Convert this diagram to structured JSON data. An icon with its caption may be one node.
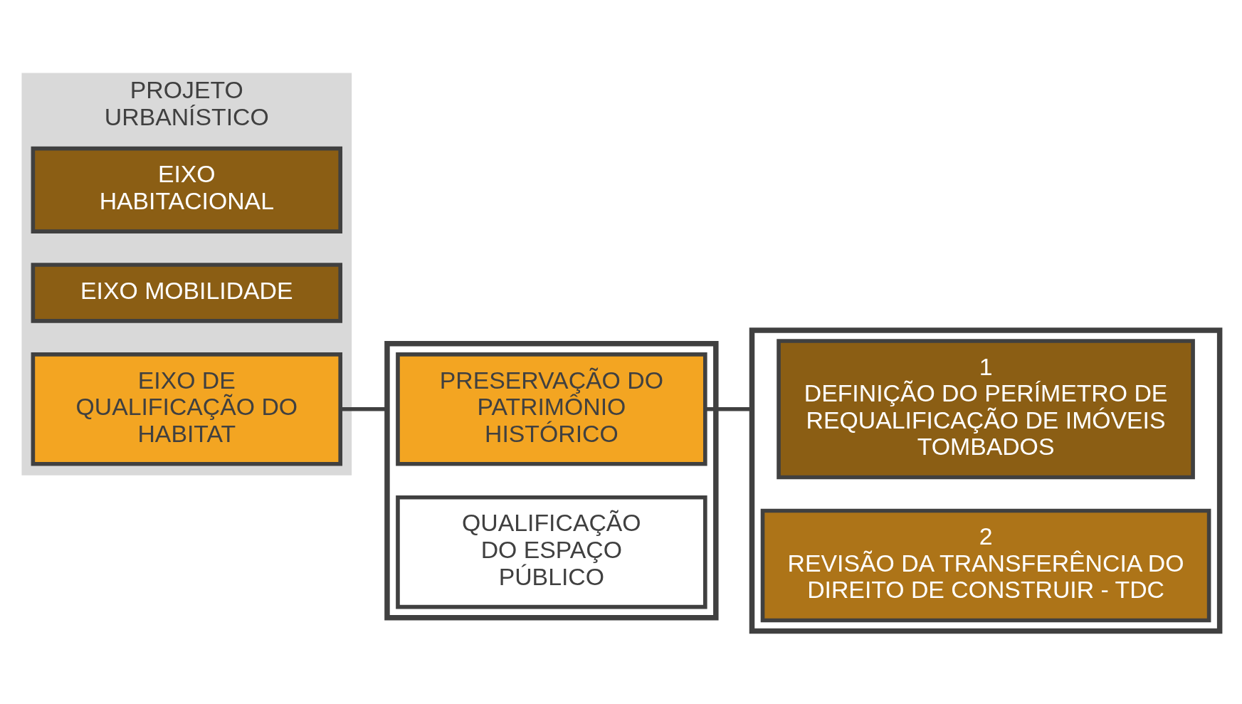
{
  "diagram": {
    "nodes": [
      {
        "text": [
          "PROJETO URBANÍSTICO"
        ]
      },
      {
        "text": [
          "EIXO HABITACIONAL"
        ],
        "in": 0
      },
      {
        "text": [
          "EIXO MOBILIDADE"
        ],
        "in": 0
      },
      {
        "text": [
          "EIXO DE QUALIFICAÇÃO DO HABITAT"
        ],
        "in": 0
      },
      {
        "text": [],
        "shape": "box"
      },
      {
        "text": [
          "PRESERVAÇÃO DO PATRIMÔNIO HISTÓRICO"
        ],
        "in": 4
      },
      {
        "text": [
          "QUALIFICAÇÃO DO ESPAÇO PÚBLICO"
        ],
        "in": 4
      },
      {
        "text": [],
        "shape": "box"
      },
      {
        "text": [
          "1",
          "DEFINIÇÃO DO PERÍMETRO DE REQUALIFICAÇÃO DE IMÓVEIS TOMBADOS"
        ],
        "in": 7
      },
      {
        "text": [
          "2",
          "REVISÃO DA TRANSFERÊNCIA DO DIREITO DE CONSTRUIR - TDC"
        ],
        "in": 7
      }
    ],
    "edges": [
      {
        "from": 3,
        "to": 4,
        "arrow": "none"
      },
      {
        "from": 5,
        "to": 7,
        "arrow": "none"
      }
    ]
  }
}
